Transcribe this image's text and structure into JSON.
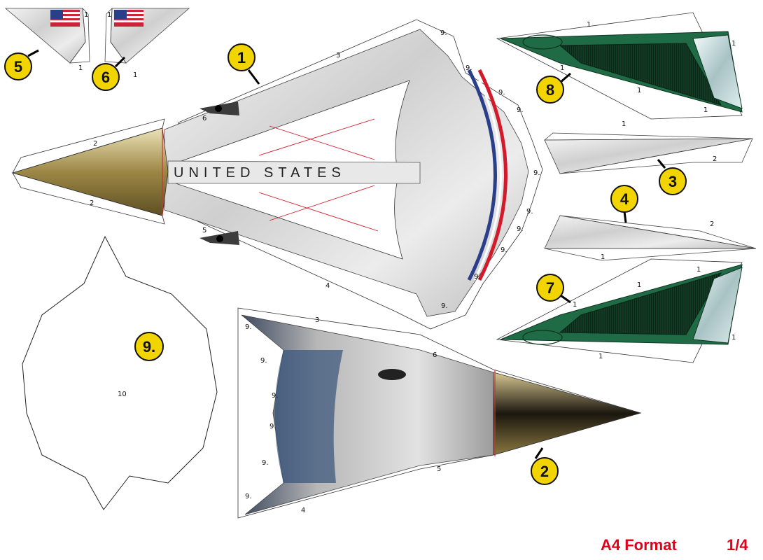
{
  "sheet": {
    "title": "A4 Format",
    "page": "1/4",
    "colors": {
      "hull": "#d8d8d8",
      "nose_gold": "#a08a4a",
      "canopy_green": "#1f6b45",
      "badge_yellow": "#f2d500",
      "footer_red": "#e0001a",
      "stripe_red": "#d21a2a",
      "stripe_blue": "#2a3f8a"
    }
  },
  "hull_text": "UNITED STATES",
  "badges": [
    "1",
    "2",
    "3",
    "4",
    "5",
    "6",
    "7",
    "8",
    "9."
  ],
  "part10": "10",
  "glue_tabs": {
    "one": "1",
    "two": "2",
    "three": "3",
    "four": "4",
    "five": "5",
    "six": "6",
    "nine": "9."
  }
}
